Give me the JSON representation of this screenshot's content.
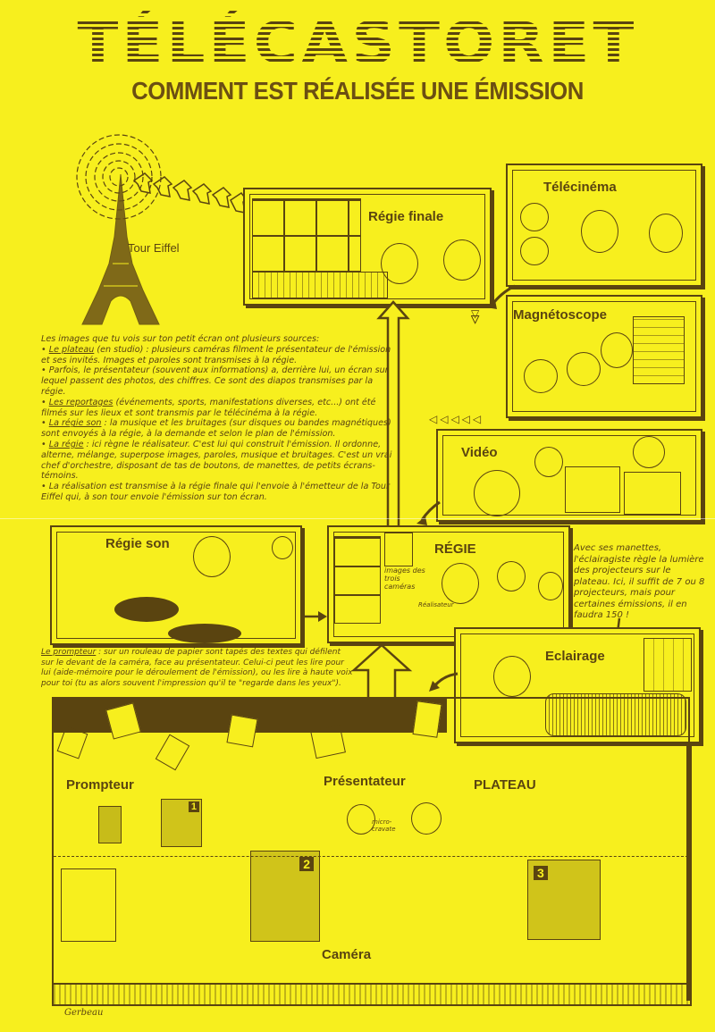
{
  "header": {
    "title": "TÉLÉCASTORET",
    "subtitle": "COMMENT EST RÉALISÉE UNE ÉMISSION"
  },
  "colors": {
    "background": "#f7ef1e",
    "ink": "#5a4410"
  },
  "labels": {
    "tour_eiffel": "Tour Eiffel",
    "regie_finale": "Régie finale",
    "telecinema": "Télécinéma",
    "magnetoscope": "Magnétoscope",
    "video": "Vidéo",
    "regie_son": "Régie son",
    "regie": "RÉGIE",
    "images_trois_cameras": "images des trois caméras",
    "realisateur": "Réalisateur",
    "eclairage": "Eclairage",
    "prompteur": "Prompteur",
    "presentateur": "Présentateur",
    "plateau": "PLATEAU",
    "micro_cravate": "micro-cravate",
    "camera": "Caméra",
    "camera_numbers": [
      "1",
      "2",
      "3"
    ],
    "signature": "Gerbeau"
  },
  "intro_text": {
    "lines": [
      {
        "text": "Les images que tu vois sur ton petit écran ont plusieurs sources:"
      },
      {
        "term": "Le plateau",
        "text": " (en studio) : plusieurs caméras filment le présentateur de l'émission et ses invités. Images et paroles sont transmises à la régie."
      },
      {
        "text": "• Parfois, le présentateur (souvent aux informations) a, derrière lui, un écran sur lequel passent des photos, des chiffres. Ce sont des diapos transmises par la régie."
      },
      {
        "term": "Les reportages",
        "text": " (événements, sports, manifestations diverses, etc...) ont été filmés sur les lieux et sont transmis par le télécinéma à la régie."
      },
      {
        "term": "La régie son",
        "text": " : la musique et les bruitages (sur disques ou bandes magnétiques) sont envoyés à la régie, à la demande et selon le plan de l'émission."
      },
      {
        "term": "La régie",
        "text": " : ici règne le réalisateur. C'est lui qui construit l'émission. Il ordonne, alterne, mélange, superpose images, paroles, musique et bruitages. C'est un vrai chef d'orchestre, disposant de tas de boutons, de manettes, de petits écrans-témoins."
      },
      {
        "text": "• La réalisation est transmise à la régie finale qui l'envoie à l'émetteur de la Tour Eiffel qui, à son tour envoie l'émission sur ton écran."
      }
    ]
  },
  "eclairage_text": "Avec ses manettes, l'éclairagiste règle la lumière des projecteurs sur le plateau. Ici, il suffit de 7 ou 8 projecteurs, mais pour certaines émissions, il en faudra 150 !",
  "prompteur_text": {
    "term": "Le prompteur",
    "text": " : sur un rouleau de papier sont tapés des textes qui défilent sur le devant de la caméra, face au présentateur. Celui-ci peut les lire pour lui (aide-mémoire pour le déroulement de l'émission), ou les lire à haute voix pour toi (tu as alors souvent l'impression qu'il te \"regarde dans les yeux\")."
  }
}
